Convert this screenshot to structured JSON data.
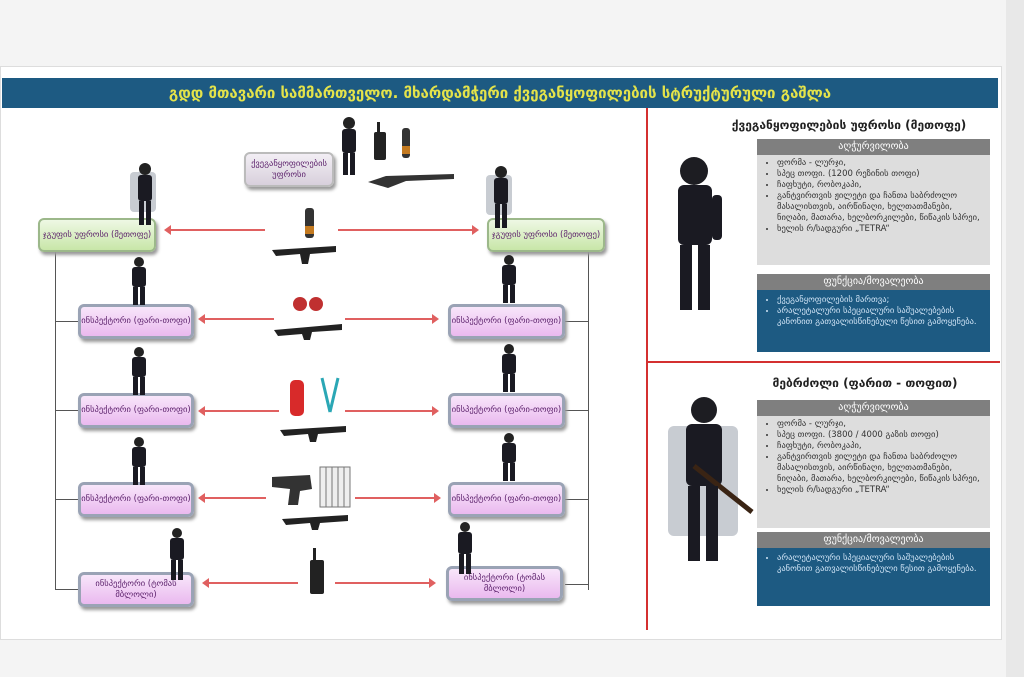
{
  "title": "გდდ მთავარი სამმართველო. მხარდამჭერი ქვეგანყოფილების სტრუქტურული გაშლა",
  "chart": {
    "chief": "ქვეგანყოფილების უფროსი",
    "group_left": "ჯგუფის უფროსი (მეთოფე)",
    "group_right": "ჯგუფის უფროსი (მეთოფე)",
    "inspectors_left": [
      "ინსპექტორი (ფარი-თოფი)",
      "ინსპექტორი (ფარი-თოფი)",
      "ინსპექტორი (ფარი-თოფი)",
      "ინსპექტორი (ტომას მბლოლი)"
    ],
    "inspectors_right": [
      "ინსპექტორი (ფარი-თოფი)",
      "ინსპექტორი (ფარი-თოფი)",
      "ინსპექტორი (ფარი-თოფი)",
      "ინსპექტორი (ტომას მბლოლი)"
    ]
  },
  "panel1": {
    "title": "ქვეგანყოფილების უფროსი (მეთოფე)",
    "equip_header": "აღჭურვილობა",
    "equip": [
      "ფორმა - ლურჯი,",
      "სპეც თოფი. (1200 რეზინის თოფი)",
      "ჩაფხუტი, რობოკაპი,",
      "განტვირთვის ჟილეტი და ჩანთა საბრძოლო მასალისთვის, აირწინაღი, ხელთათმანები, ნიღაბი, მათარა, ხელბორკილები, წიწაკის სპრეი,",
      "ხელის რ/სადგური „TETRA“"
    ],
    "func_header": "ფუნქცია/მოვალეობა",
    "func": [
      "ქვეგანყოფილების მართვა;",
      "არალეტალური სპეციალური საშუალებების კანონით გათვალისწინებული წესით გამოყენება."
    ]
  },
  "panel2": {
    "title": "მებრძოლი (ფარით - თოფით)",
    "equip_header": "აღჭურვილობა",
    "equip": [
      "ფორმა - ლურჯი,",
      "სპეც თოფი. (3800 / 4000 გაზის თოფი)",
      "ჩაფხუტი, რობოკაპი,",
      "განტვირთვის ჟილეტი და ჩანთა საბრძოლო მასალისთვის, აირწინაღი, ხელთათმანები, ნიღაბი, მათარა, ხელბორკილები, წიწაკის სპრეი,",
      "ხელის რ/სადგური „TETRA“"
    ],
    "func_header": "ფუნქცია/მოვალეობა",
    "func": [
      "არალეტალური სპეციალური საშუალებების კანონით გათვალისწინებული წესით გამოყენება."
    ]
  }
}
